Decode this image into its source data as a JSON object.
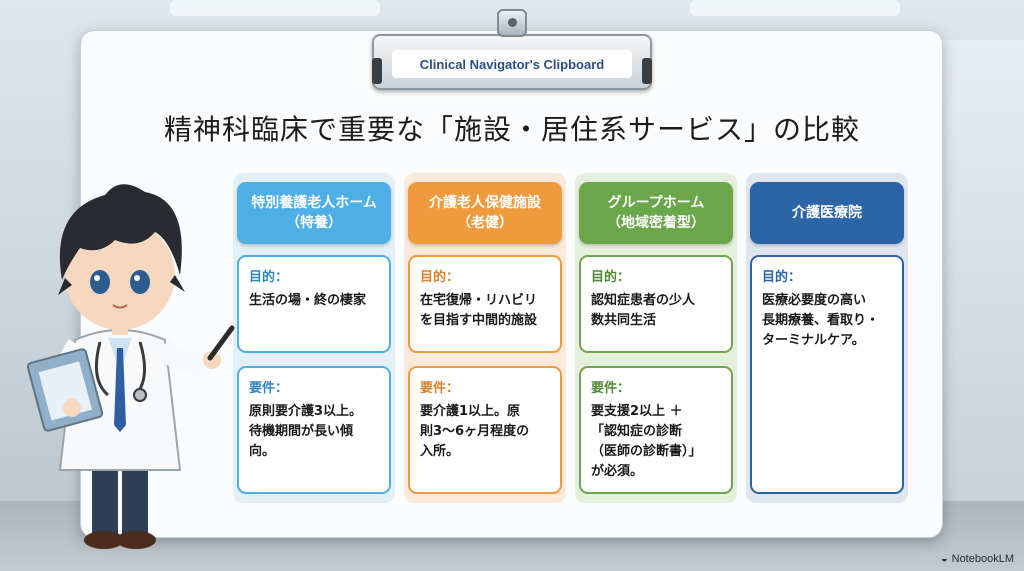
{
  "clipboard_label": "Clinical Navigator's Clipboard",
  "title": "精神科臨床で重要な「施設・居住系サービス」の比較",
  "columns": [
    {
      "name_line1": "特別養護老人ホーム",
      "name_line2": "（特養）",
      "purpose_label": "目的：",
      "purpose_lines": [
        "生活の場・終の棲家"
      ],
      "req_label": "要件：",
      "req_lines": [
        "原則要介護3以上。",
        "待機期間が長い傾",
        "向。"
      ],
      "color": "#4eaee6",
      "bg": "#e3f0f8"
    },
    {
      "name_line1": "介護老人保健施設",
      "name_line2": "（老健）",
      "purpose_label": "目的：",
      "purpose_lines": [
        "在宅復帰・リハビリ",
        "を目指す中間的施設"
      ],
      "req_label": "要件：",
      "req_lines": [
        "要介護1以上。原",
        "則3〜6ヶ月程度の",
        "入所。"
      ],
      "color": "#ef9a3c",
      "bg": "#fbeadb"
    },
    {
      "name_line1": "グループホーム",
      "name_line2": "（地域密着型）",
      "purpose_label": "目的：",
      "purpose_lines": [
        "認知症患者の少人",
        "数共同生活"
      ],
      "req_label": "要件：",
      "req_lines": [
        "要支援2以上 ＋",
        "「認知症の診断",
        "（医師の診断書）」",
        "が必須。"
      ],
      "color": "#6aa64a",
      "bg": "#e5f0dc"
    },
    {
      "name_line1": "介護医療院",
      "name_line2": "",
      "purpose_label": "目的：",
      "purpose_lines": [
        "医療必要度の高い",
        "長期療養、看取り・",
        "ターミナルケア。"
      ],
      "color": "#2c64a8",
      "bg": "#dfe6f0"
    }
  ],
  "credit": "NotebookLM"
}
